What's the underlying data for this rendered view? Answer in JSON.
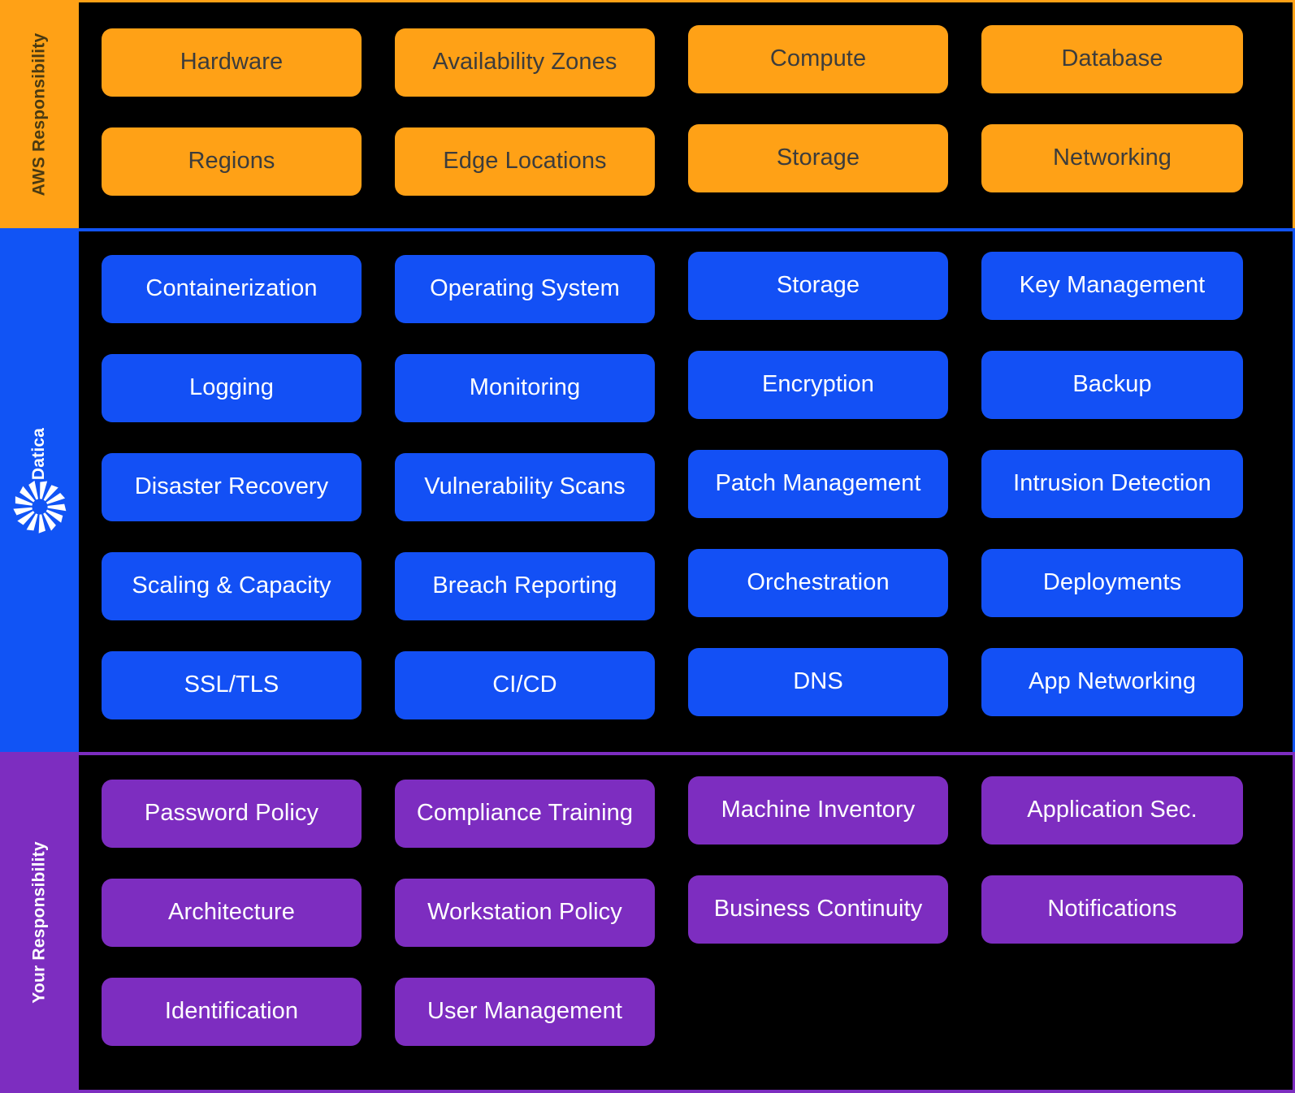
{
  "colors": {
    "background": "#000000",
    "aws": "#FFA116",
    "datica": "#1350F5",
    "datica_rail": "#1154F5",
    "yours": "#7D2DC0",
    "aws_text": "#3c3c3c",
    "card_text": "#ffffff"
  },
  "sections": [
    {
      "id": "aws",
      "label": "AWS Responsibility",
      "logo": null,
      "rows": [
        [
          "Hardware",
          "Availability Zones",
          "Compute",
          "Database"
        ],
        [
          "Regions",
          "Edge Locations",
          "Storage",
          "Networking"
        ]
      ]
    },
    {
      "id": "datica",
      "label": "Datica",
      "logo": "datica-pinwheel-logo",
      "rows": [
        [
          "Containerization",
          "Operating System",
          "Storage",
          "Key Management"
        ],
        [
          "Logging",
          "Monitoring",
          "Encryption",
          "Backup"
        ],
        [
          "Disaster Recovery",
          "Vulnerability Scans",
          "Patch Management",
          "Intrusion Detection"
        ],
        [
          "Scaling & Capacity",
          "Breach Reporting",
          "Orchestration",
          "Deployments"
        ],
        [
          "SSL/TLS",
          "CI/CD",
          "DNS",
          "App Networking"
        ]
      ]
    },
    {
      "id": "yours",
      "label": "Your Responsibility",
      "logo": null,
      "rows": [
        [
          "Password Policy",
          "Compliance Training",
          "Machine Inventory",
          "Application Sec."
        ],
        [
          "Architecture",
          "Workstation Policy",
          "Business Continuity",
          "Notifications"
        ],
        [
          "Identification",
          "User Management",
          "",
          ""
        ]
      ]
    }
  ]
}
